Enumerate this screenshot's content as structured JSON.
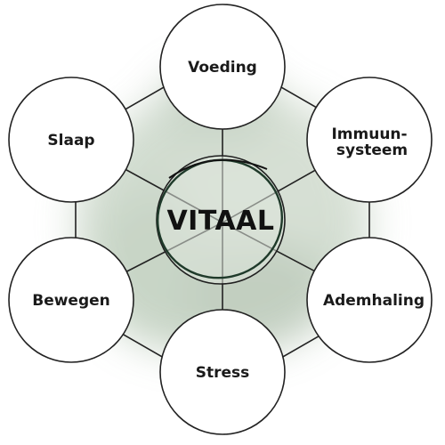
{
  "center": {
    "label": "VITAAL",
    "ring_color": "#1f3a2a"
  },
  "nodes": [
    {
      "id": "voeding",
      "lines": [
        "Voeding"
      ]
    },
    {
      "id": "immuunsysteem",
      "lines": [
        "Immuun-",
        "systeem"
      ]
    },
    {
      "id": "ademhaling",
      "lines": [
        "Ademhaling"
      ]
    },
    {
      "id": "stress",
      "lines": [
        "Stress"
      ]
    },
    {
      "id": "bewegen",
      "lines": [
        "Bewegen"
      ]
    },
    {
      "id": "slaap",
      "lines": [
        "Slaap"
      ]
    }
  ],
  "colors": {
    "stroke": "#222222",
    "wash": "#b9c9b8",
    "node_fill": "#ffffff"
  }
}
